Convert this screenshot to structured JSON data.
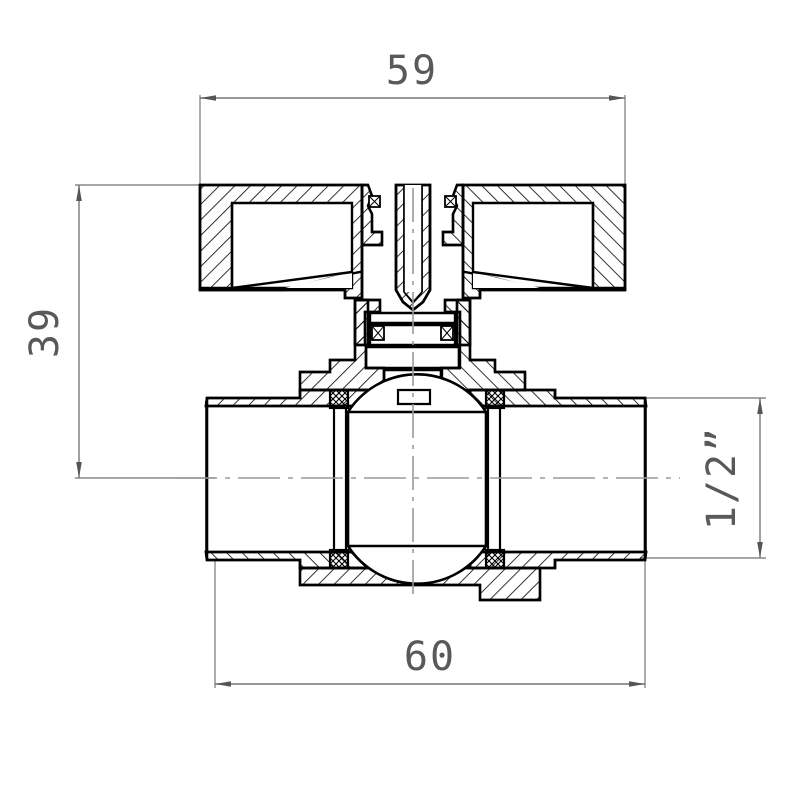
{
  "drawing": {
    "title": "Ball valve sectional assembly drawing",
    "type": "engineering-section-view",
    "units": "mm",
    "line_color": "#000000",
    "dim_color": "#666666",
    "hatch_color": "#000000",
    "background": "#ffffff"
  },
  "dimensions": {
    "top": {
      "label": "59",
      "name": "handle-width",
      "value": 59,
      "unit": "mm"
    },
    "left": {
      "label": "39",
      "name": "overall-height",
      "value": 39,
      "unit": "mm"
    },
    "bottom": {
      "label": "60",
      "name": "body-length",
      "value": 60,
      "unit": "mm"
    },
    "right": {
      "label": "1/2”",
      "name": "port-size",
      "value": "1/2",
      "unit": "inch"
    }
  },
  "components": {
    "handle": "butterfly-wing-handle",
    "stem": "valve-stem",
    "packing": "stem-packing-rings",
    "ball": "valve-ball",
    "seats": "ptfe-seat-seals",
    "body": "valve-body",
    "end_left": "threaded-port-left",
    "end_right": "threaded-port-right"
  }
}
